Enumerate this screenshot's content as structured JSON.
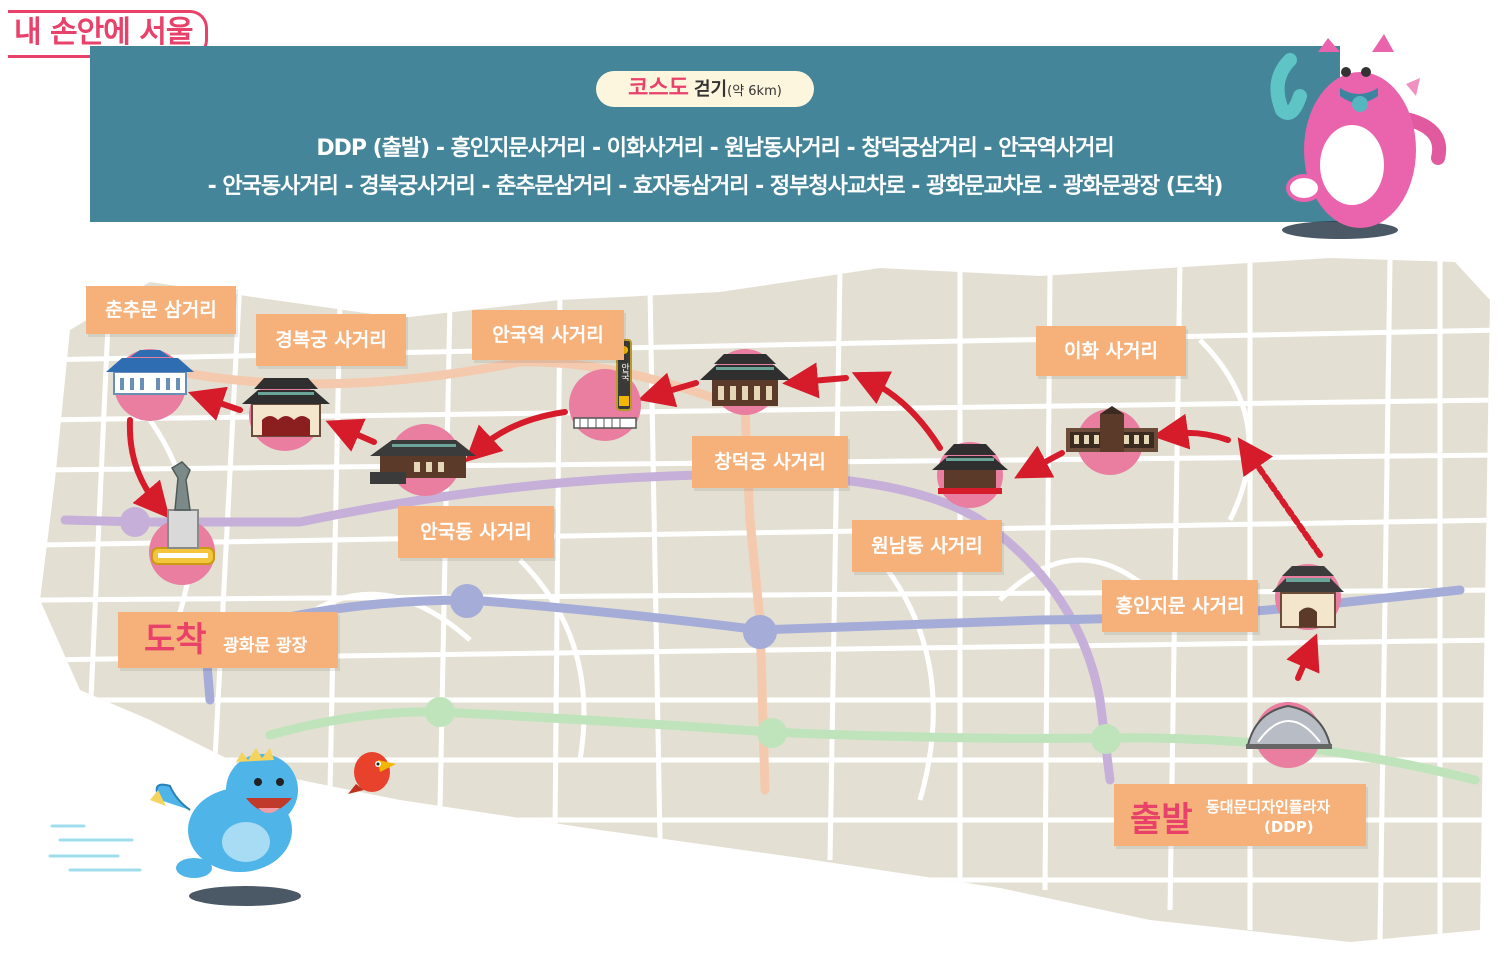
{
  "logo": {
    "text": "내 손안에 서울"
  },
  "banner": {
    "course_highlight": "코스도",
    "course_walk": "걷기",
    "course_distance": "(약 6km)",
    "route_line1": "DDP (출발) - 흥인지문사거리 - 이화사거리 - 원남동사거리 - 창덕궁삼거리 - 안국역사거리",
    "route_line2": "- 안국동사거리 - 경복궁사거리 - 춘추문삼거리 - 효자동삼거리 - 정부청사교차로 - 광화문교차로 - 광화문광장 (도착)"
  },
  "labels": {
    "chunchumun": "춘추문 삼거리",
    "gyeongbokgung": "경복궁 사거리",
    "anguk_station": "안국역 사거리",
    "ihwa": "이화 사거리",
    "changdeokgung": "창덕궁 사거리",
    "angukdong": "안국동 사거리",
    "wonnamdong": "원남동 사거리",
    "heunginjimun": "흥인지문 사거리"
  },
  "arrival": {
    "big": "도착",
    "sub": "광화문 광장"
  },
  "departure": {
    "big": "출발",
    "sub1": "동대문디자인플라자",
    "sub2": "(DDP)"
  },
  "station_sign": {
    "text": "안국"
  },
  "colors": {
    "banner": "#44859a",
    "accent_pink": "#e8416a",
    "label_orange": "#f6b17a",
    "map_bg": "#e3e0d3",
    "route_red": "#d61b2a",
    "line_purple": "#c6b0da",
    "line_blue": "#a5acd8",
    "line_green": "#bfe3bb",
    "line_peach": "#f4c9ad",
    "marker_pink": "#e97ea0"
  },
  "icons": [
    "walking-route-arrow",
    "palace-gate-icon",
    "blue-house-icon",
    "statue-icon",
    "ddp-building-icon",
    "subway-sign-icon",
    "pink-monster-mascot",
    "blue-dinosaur-mascot",
    "red-bird-mascot"
  ]
}
